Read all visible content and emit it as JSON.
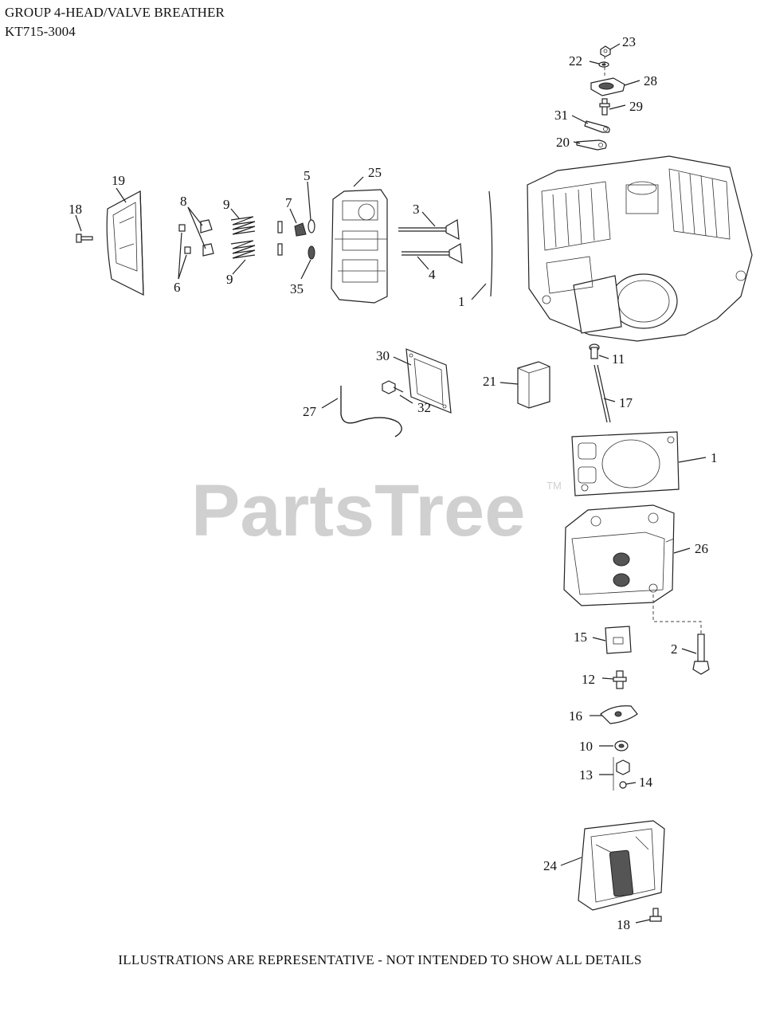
{
  "header": {
    "title": "GROUP 4-HEAD/VALVE BREATHER",
    "model": "KT715-3004"
  },
  "watermark": {
    "text": "PartsTree",
    "trademark": "TM"
  },
  "footer": {
    "note": "ILLUSTRATIONS ARE REPRESENTATIVE - NOT INTENDED TO SHOW ALL DETAILS"
  },
  "callouts": {
    "c23": "23",
    "c22": "22",
    "c28": "28",
    "c29": "29",
    "c31": "31",
    "c20": "20",
    "c19": "19",
    "c18a": "18",
    "c8": "8",
    "c9a": "9",
    "c6": "6",
    "c9b": "9",
    "c5": "5",
    "c7": "7",
    "c35": "35",
    "c25": "25",
    "c3": "3",
    "c4": "4",
    "c1a": "1",
    "c11": "11",
    "c30": "30",
    "c21": "21",
    "c17": "17",
    "c27": "27",
    "c32": "32",
    "c1b": "1",
    "c26": "26",
    "c15": "15",
    "c2": "2",
    "c12": "12",
    "c16": "16",
    "c10": "10",
    "c13": "13",
    "c14": "14",
    "c24": "24",
    "c18b": "18"
  },
  "icons": {
    "rocker_cover": "valve-cover-icon",
    "engine_block": "crankcase-icon",
    "cylinder_head": "cylinder-head-icon"
  },
  "colors": {
    "text": "#111111",
    "watermark": "#d0d0d0",
    "line_art": "#222222"
  }
}
